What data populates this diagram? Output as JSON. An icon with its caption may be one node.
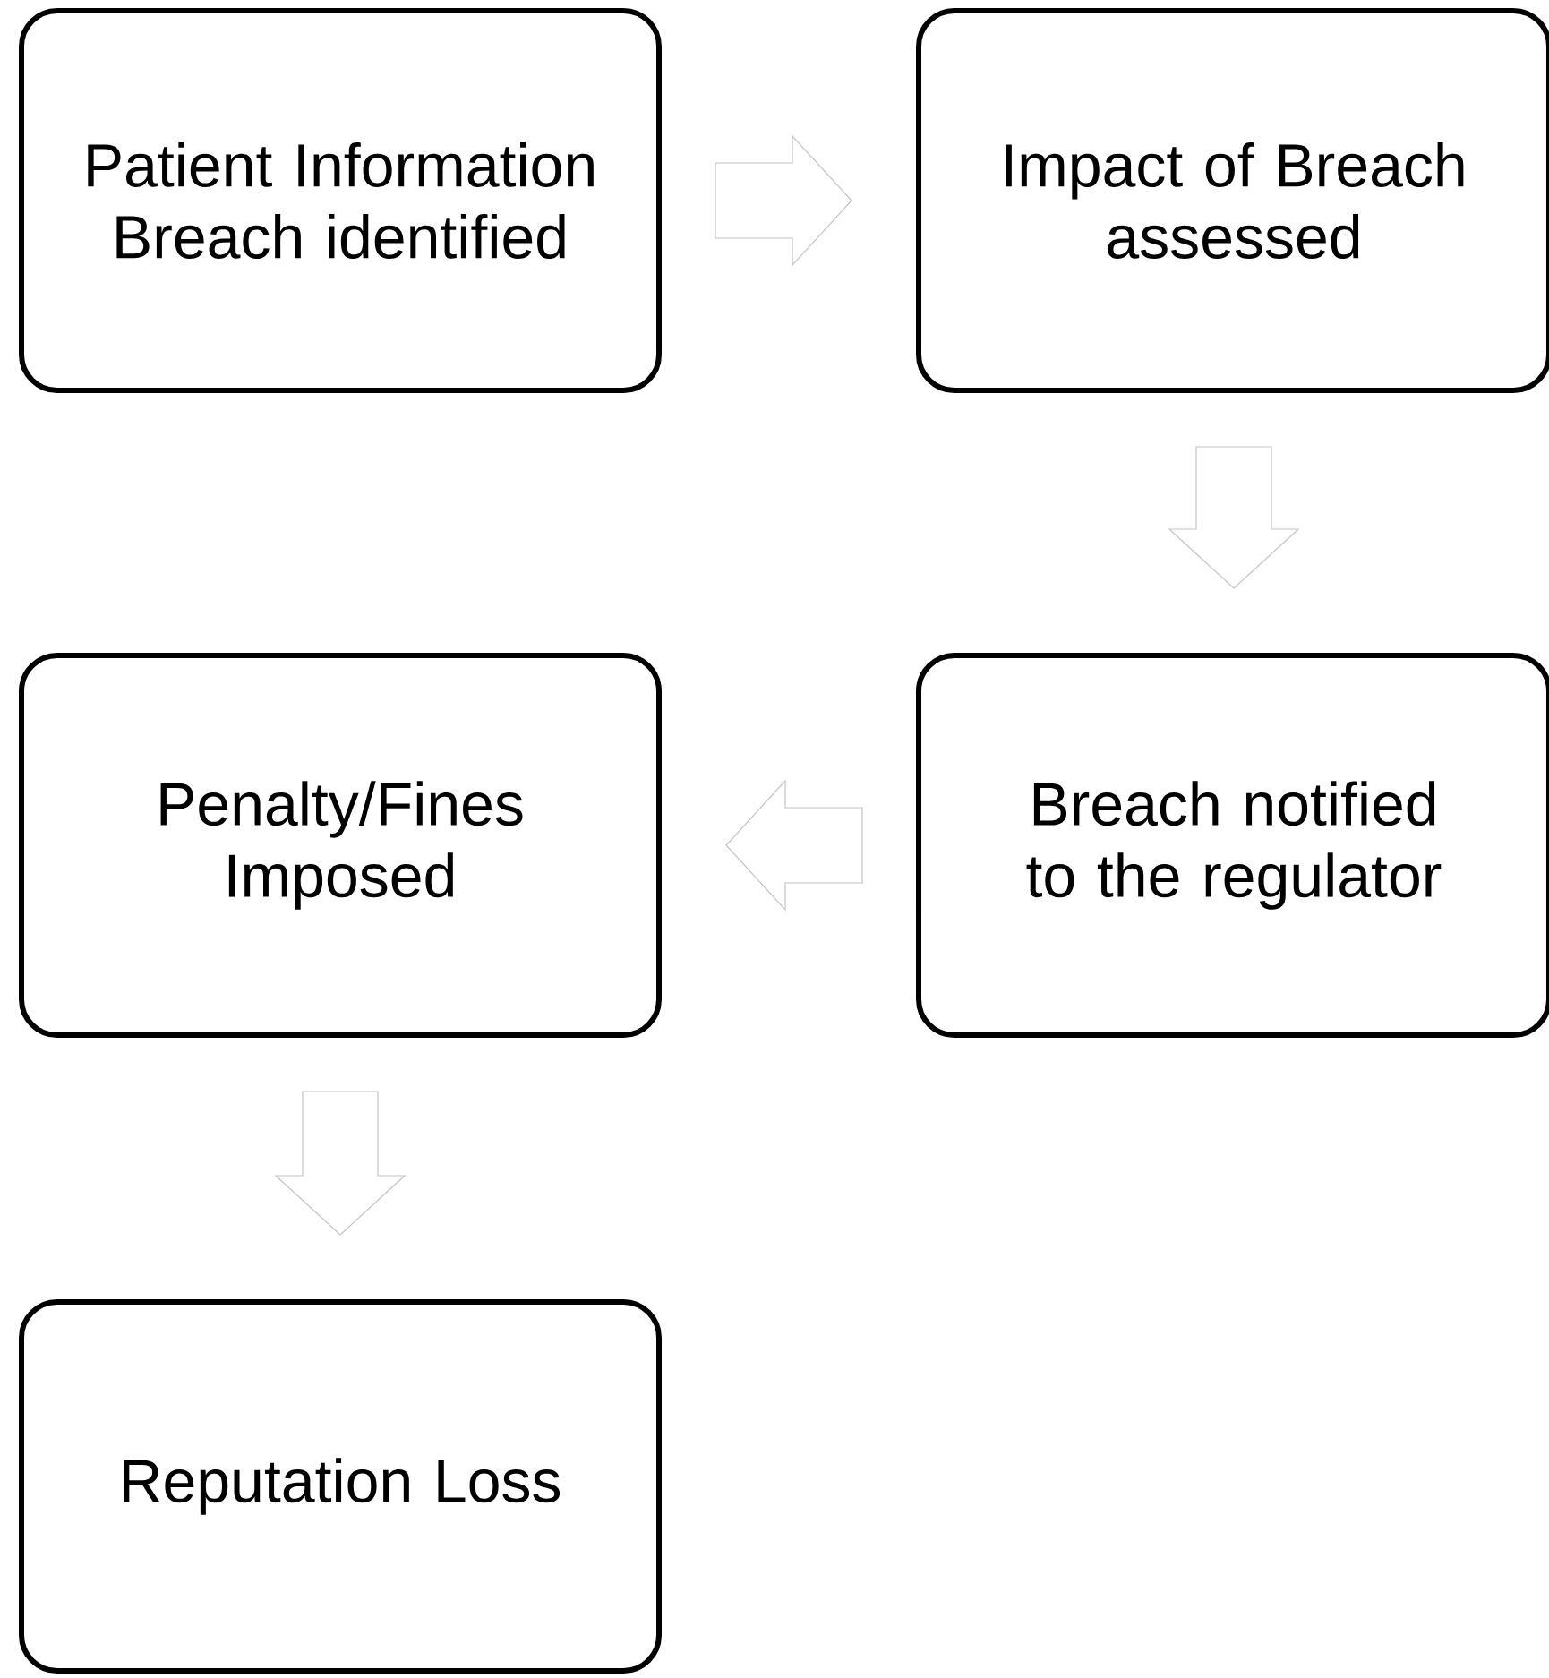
{
  "diagram": {
    "nodes": [
      {
        "text": [
          "Patient Information Breach identified"
        ]
      },
      {
        "text": [
          "Impact of Breach assessed"
        ]
      },
      {
        "text": [
          "Breach notified to the regulator"
        ]
      },
      {
        "text": [
          "Penalty/Fines Imposed"
        ]
      },
      {
        "text": [
          "Reputation Loss"
        ]
      }
    ],
    "edges": [
      {
        "from": 0,
        "to": 1,
        "arrow": "to"
      },
      {
        "from": 1,
        "to": 2,
        "arrow": "to"
      },
      {
        "from": 2,
        "to": 3,
        "arrow": "to"
      },
      {
        "from": 3,
        "to": 4,
        "arrow": "to"
      }
    ]
  }
}
